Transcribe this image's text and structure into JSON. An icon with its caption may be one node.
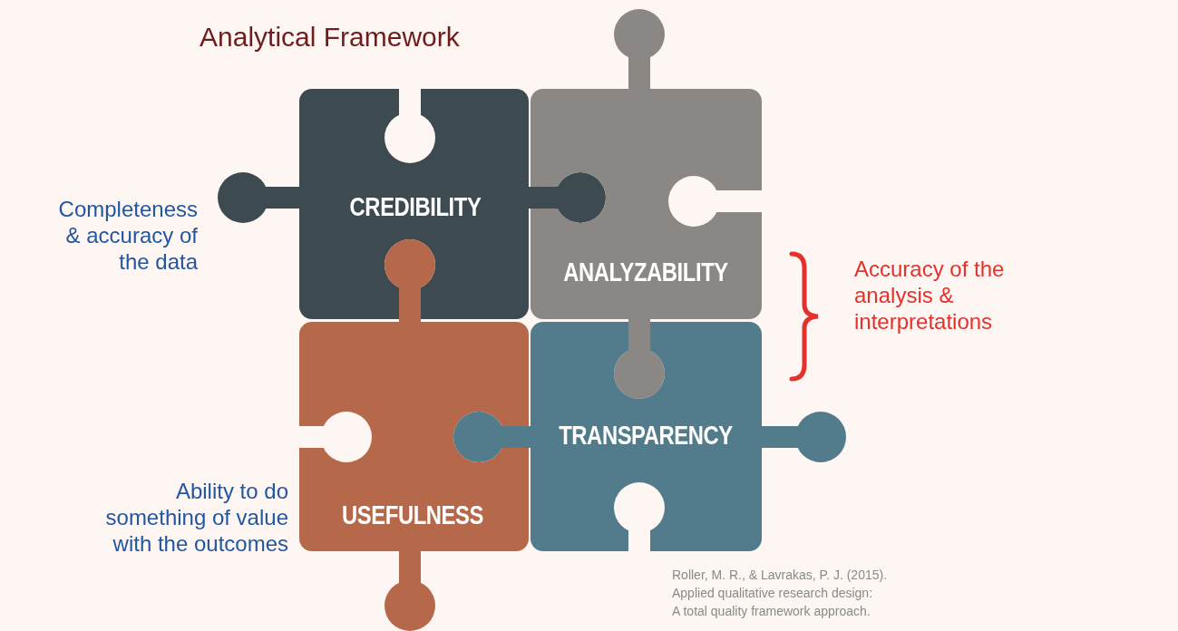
{
  "diagram": {
    "title": "Analytical Framework",
    "nodes": [
      {
        "text": [
          "CREDIBILITY"
        ]
      },
      {
        "text": [
          "ANALYZABILITY"
        ]
      },
      {
        "text": [
          "USEFULNESS"
        ]
      },
      {
        "text": [
          "TRANSPARENCY"
        ]
      }
    ],
    "labels": [
      "Completeness & accuracy of the data",
      "Accuracy of the analysis & interpretations",
      "Ability to do something of value with the outcomes",
      "Roller, M. R., & Lavrakas, P. J. (2015).",
      "Applied qualitative research design:",
      "A total quality framework approach."
    ]
  }
}
